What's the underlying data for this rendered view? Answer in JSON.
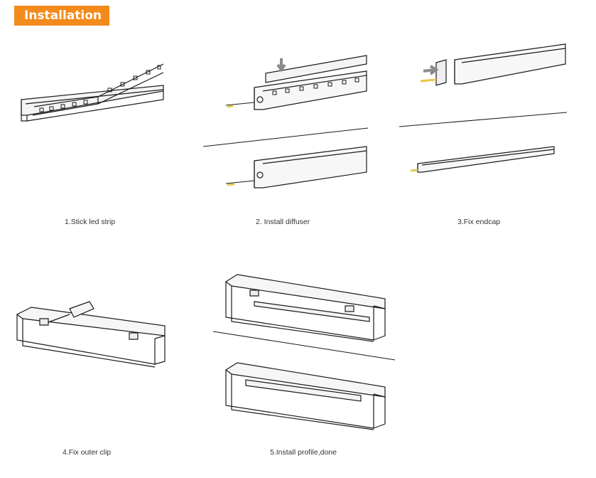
{
  "header": {
    "title": "Installation"
  },
  "steps": [
    {
      "label": "1.Stick led strip"
    },
    {
      "label": "2. Install diffuser"
    },
    {
      "label": "3.Fix endcap"
    },
    {
      "label": "4.Fix outer clip"
    },
    {
      "label": "5.Install profile,done"
    }
  ],
  "colors": {
    "accent": "#f28a1c",
    "arrow": "#8a8a8a",
    "wire": "#e6c84a",
    "line": "#1a1a1a"
  },
  "icons": {
    "step1": "led-strip-profile-icon",
    "step2": "diffuser-insert-icon",
    "step3": "endcap-icon",
    "step4": "screwdriver-clip-icon",
    "step5": "mounted-profile-icon"
  }
}
